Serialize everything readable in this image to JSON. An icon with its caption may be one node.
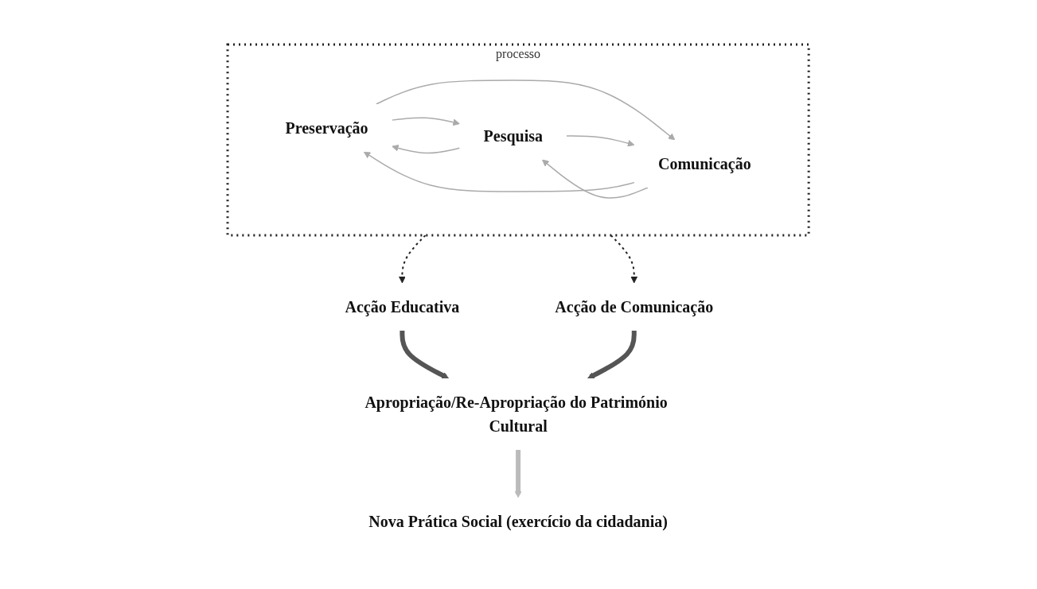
{
  "diagram": {
    "nodes": [
      {
        "text": [
          "processo"
        ]
      },
      {
        "text": [
          "Preservação"
        ],
        "in": 0
      },
      {
        "text": [
          "Pesquisa"
        ],
        "in": 0
      },
      {
        "text": [
          "Comunicação"
        ],
        "in": 0
      },
      {
        "text": [
          "Acção Educativa"
        ]
      },
      {
        "text": [
          "Acção de Comunicação"
        ]
      },
      {
        "text": [
          "Apropriação/Re-Apropriação do Património Cultural"
        ]
      },
      {
        "text": [
          "Nova Prática Social (exercício da cidadania)"
        ]
      }
    ],
    "edges": [
      {
        "from": 2,
        "to": 1,
        "arrow": "to",
        "color": "#aaaaaa"
      },
      {
        "from": 1,
        "to": 2,
        "arrow": "to",
        "color": "#aaaaaa"
      },
      {
        "from": 3,
        "to": 1,
        "arrow": "to",
        "color": "#aaaaaa"
      },
      {
        "from": 1,
        "to": 3,
        "arrow": "to",
        "color": "#aaaaaa"
      },
      {
        "from": 2,
        "to": 3,
        "arrow": "to",
        "color": "#aaaaaa"
      },
      {
        "from": 3,
        "to": 2,
        "arrow": "to",
        "color": "#aaaaaa"
      },
      {
        "from": 0,
        "to": 4,
        "arrow": "to",
        "style": "dashed",
        "color": "#222222"
      },
      {
        "from": 0,
        "to": 5,
        "arrow": "to",
        "style": "dashed",
        "color": "#222222"
      },
      {
        "from": 4,
        "to": 6,
        "arrow": "to",
        "style": "thick",
        "color": "#555555"
      },
      {
        "from": 5,
        "to": 6,
        "arrow": "to",
        "style": "thick",
        "color": "#555555"
      },
      {
        "from": 6,
        "to": 7,
        "arrow": "to",
        "style": "thick",
        "color": "#bbbbbb"
      }
    ]
  }
}
